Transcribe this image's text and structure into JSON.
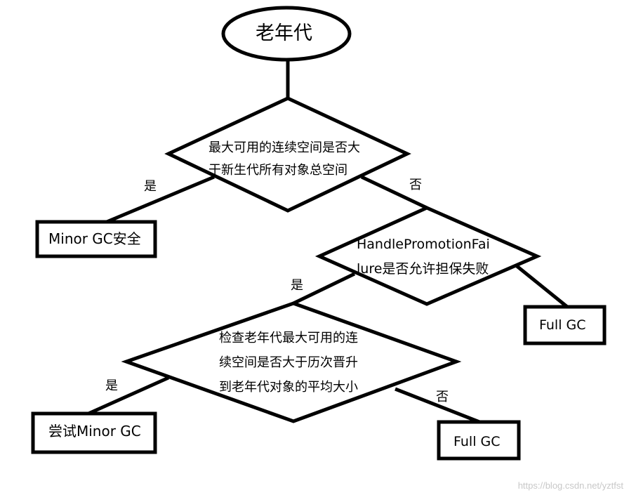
{
  "nodes": {
    "start": {
      "label": "老年代"
    },
    "decision_1": {
      "lines": [
        "最大可用的连续空间是否大",
        "于新生代所有对象总空间"
      ]
    },
    "minor_gc_safe": {
      "label": "Minor GC安全"
    },
    "decision_2": {
      "lines": [
        "HandlePromotionFai",
        "lure是否允许担保失败"
      ]
    },
    "full_gc_1": {
      "label": "Full GC"
    },
    "decision_3": {
      "lines": [
        "检查老年代最大可用的连",
        "续空间是否大于历次晋升",
        "到老年代对象的平均大小"
      ]
    },
    "try_minor_gc": {
      "label": "尝试Minor GC"
    },
    "full_gc_2": {
      "label": "Full GC"
    }
  },
  "edges": {
    "d1_yes": "是",
    "d1_no": "否",
    "d2_yes": "是",
    "d3_yes": "是",
    "d3_no": "否"
  },
  "watermark": "https://blog.csdn.net/yztfst",
  "colors": {
    "stroke": "#000000",
    "background": "#ffffff",
    "watermark": "#c8c8c8"
  }
}
